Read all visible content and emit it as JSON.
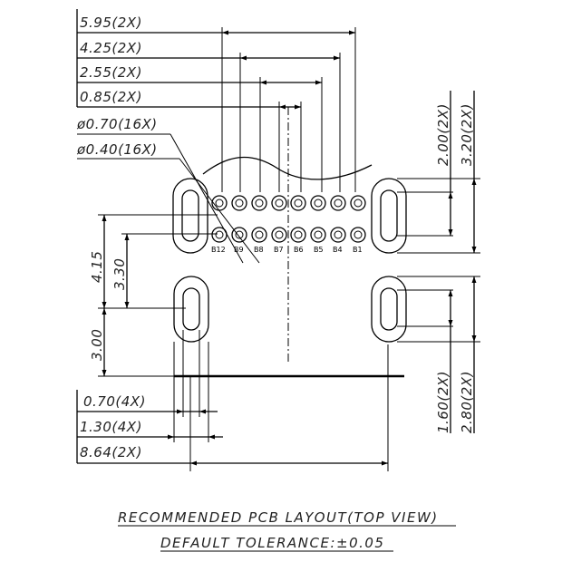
{
  "dimensions": {
    "width_595": "5.95(2X)",
    "width_425": "4.25(2X)",
    "width_255": "2.55(2X)",
    "width_085": "0.85(2X)",
    "hole_070": "ø0.70(16X)",
    "hole_040": "ø0.40(16X)",
    "vert_415": "4.15",
    "vert_330": "3.30",
    "vert_300": "3.00",
    "slot_070": "0.70(4X)",
    "slot_130": "1.30(4X)",
    "overall_864": "8.64(2X)",
    "right_200": "2.00(2X)",
    "right_320": "3.20(2X)",
    "right_160": "1.60(2X)",
    "right_280": "2.80(2X)"
  },
  "pin_labels": [
    "B12",
    "B9",
    "B8",
    "B7",
    "B6",
    "B5",
    "B4",
    "B1"
  ],
  "caption": {
    "title": "RECOMMENDED  PCB  LAYOUT(TOP  VIEW)",
    "tolerance": "DEFAULT  TOLERANCE:±0.05"
  }
}
